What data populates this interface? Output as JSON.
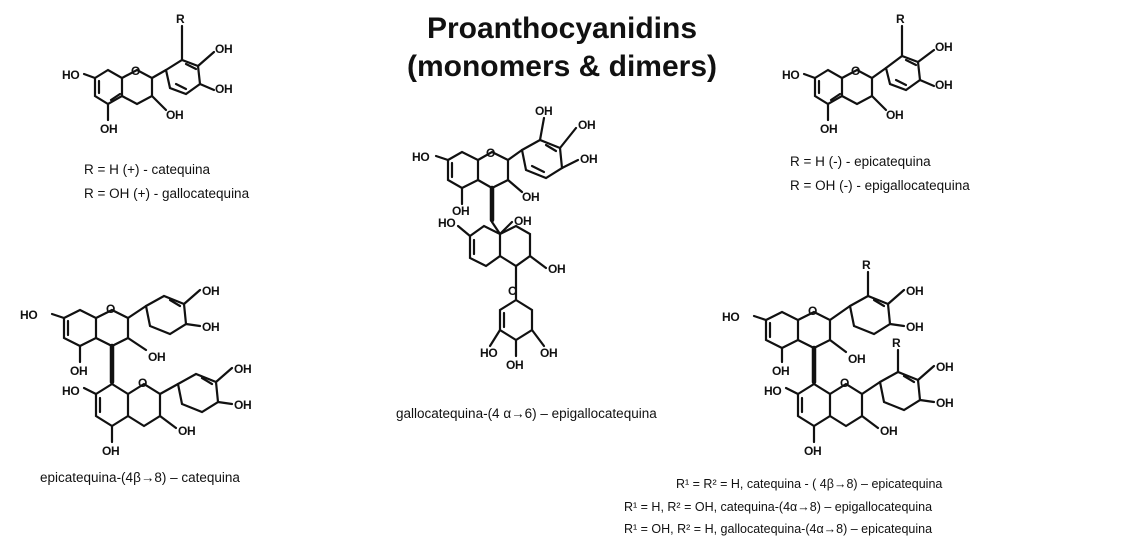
{
  "title_line1": "Proanthocyanidins",
  "title_line2": "(monomers & dimers)",
  "atoms": {
    "oh": "OH",
    "ho": "HO",
    "o": "O",
    "r": "R"
  },
  "captions": {
    "tl_1": "R = H     (+) - catequina",
    "tl_2": "R = OH   (+) - gallocatequina",
    "tr_1": "R = H      (-) - epicatequina",
    "tr_2": "R = OH   (-) - epigallocatequina",
    "center": "gallocatequina-(4 α→6) – epigallocatequina",
    "bl": "epicatequina-(4β→8) – catequina",
    "br_1": "R¹ = R² = H,     catequina - ( 4β→8) – epicatequina",
    "br_2": "R¹ = H, R² = OH,  catequina-(4α→8) – epigallocatequina",
    "br_3": "R¹ = OH, R² = H,  gallocatequina-(4α→8) – epicatequina"
  }
}
